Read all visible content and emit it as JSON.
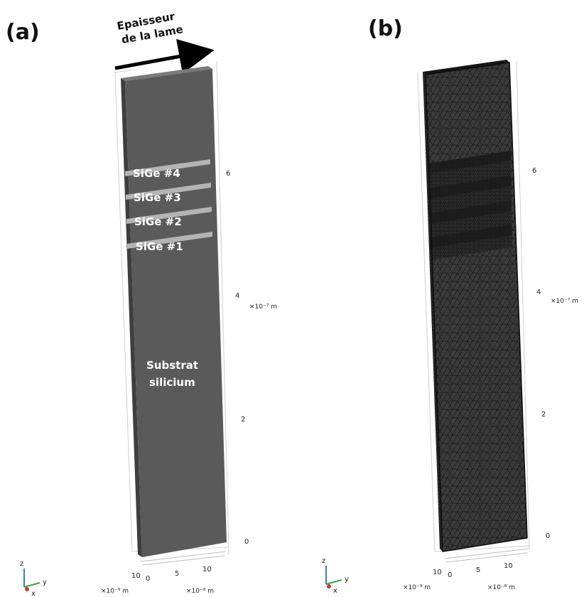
{
  "panels": {
    "a": {
      "label": "(a)",
      "arrow_text": [
        "Epaisseur",
        "de la lame"
      ],
      "layers": [
        "SiGe #4",
        "SiGe #3",
        "SiGe #2",
        "SiGe #1"
      ],
      "substrate": [
        "Substrat",
        "silicium"
      ],
      "z_ticks": [
        "6",
        "4",
        "2",
        "0"
      ],
      "z_unit": "×10⁻⁷ m",
      "bottom_ticks": [
        "10",
        "0",
        "5",
        "10"
      ],
      "unit_x": "×10⁻⁹ m",
      "unit_y": "×10⁻⁸ m"
    },
    "b": {
      "label": "(b)",
      "z_ticks": [
        "6",
        "4",
        "2",
        "0"
      ],
      "z_unit": "×10⁻⁷ m",
      "bottom_ticks": [
        "10",
        "0",
        "5",
        "10"
      ],
      "unit_x": "×10⁻⁹ m",
      "unit_y": "×10⁻⁸ m"
    }
  },
  "triad": {
    "z": "z",
    "y": "y",
    "x": "x"
  },
  "colors": {
    "slab": "#5a5a5a",
    "slab_top": "#7a7a7a",
    "slab_side": "#3e3e3e",
    "sige_band": "#b4b4b4",
    "mesh_fill": "#3b3b3b",
    "mesh_line": "#151515"
  }
}
